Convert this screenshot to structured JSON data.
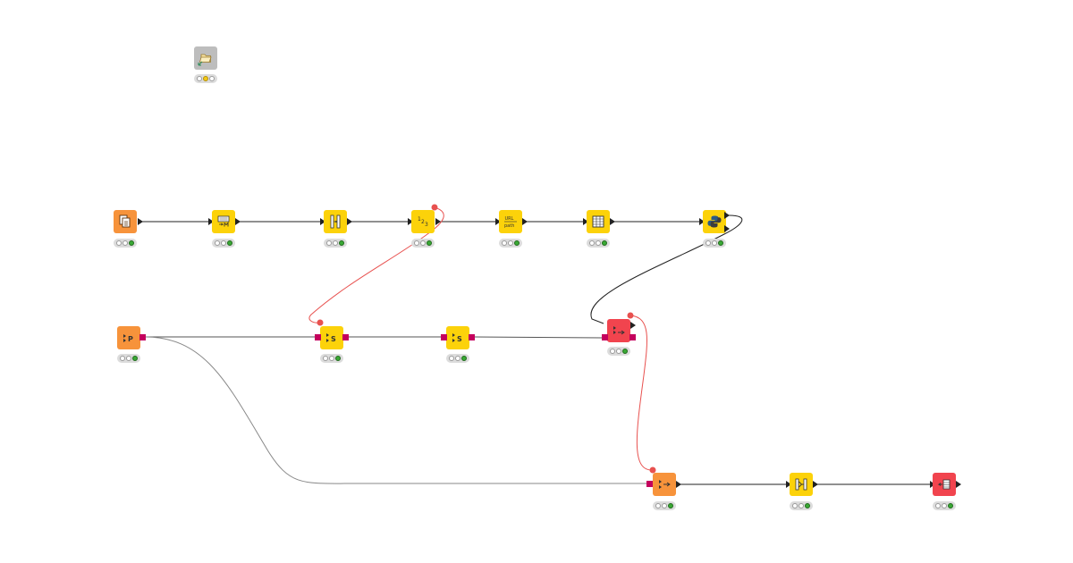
{
  "colors": {
    "io_orange": "#f7933b",
    "manip_yellow": "#fcd20a",
    "flow_red": "#f1444e",
    "component_gray": "#bdbdbd",
    "flow_var_line": "#e8514f",
    "data_line": "#222222",
    "flow_port": "#c4005d",
    "light_green": "#3aa935",
    "light_yellow": "#f3c916"
  },
  "nodes": [
    {
      "id": "component",
      "icon": "folder-icon",
      "color": "#bdbdbd",
      "state": "yellow"
    },
    {
      "id": "excel-reader",
      "icon": "file-reader-icon",
      "color": "#f7933b",
      "state": "green"
    },
    {
      "id": "string-to-datetime",
      "icon": "string-to-date-icon",
      "color": "#fcd20a",
      "state": "green"
    },
    {
      "id": "column-filter",
      "icon": "column-filter-icon",
      "color": "#fcd20a",
      "state": "green"
    },
    {
      "id": "number-formatter",
      "icon": "number-format-icon",
      "color": "#fcd20a",
      "state": "green"
    },
    {
      "id": "string-to-uri",
      "icon": "string-to-uri-icon",
      "color": "#fcd20a",
      "state": "green"
    },
    {
      "id": "table-manipulator",
      "icon": "table-icon",
      "color": "#fcd20a",
      "state": "green"
    },
    {
      "id": "python-script",
      "icon": "python-icon",
      "color": "#fcd20a",
      "state": "green"
    },
    {
      "id": "path-variable",
      "icon": "path-variable-icon",
      "color": "#f7933b",
      "state": "green"
    },
    {
      "id": "string-manipulation-variable-1",
      "icon": "variable-manip-icon",
      "color": "#fcd20a",
      "state": "green"
    },
    {
      "id": "string-manipulation-variable-2",
      "icon": "variable-manip-icon",
      "color": "#fcd20a",
      "state": "green"
    },
    {
      "id": "variable-to-table-row",
      "icon": "variable-to-row-icon",
      "color": "#f1444e",
      "state": "green"
    },
    {
      "id": "file-writer",
      "icon": "file-writer-icon",
      "color": "#f7933b",
      "state": "green"
    },
    {
      "id": "column-combiner",
      "icon": "column-combine-icon",
      "color": "#fcd20a",
      "state": "green"
    },
    {
      "id": "table-to-variable",
      "icon": "table-to-variable-icon",
      "color": "#f1444e",
      "state": "green"
    }
  ]
}
